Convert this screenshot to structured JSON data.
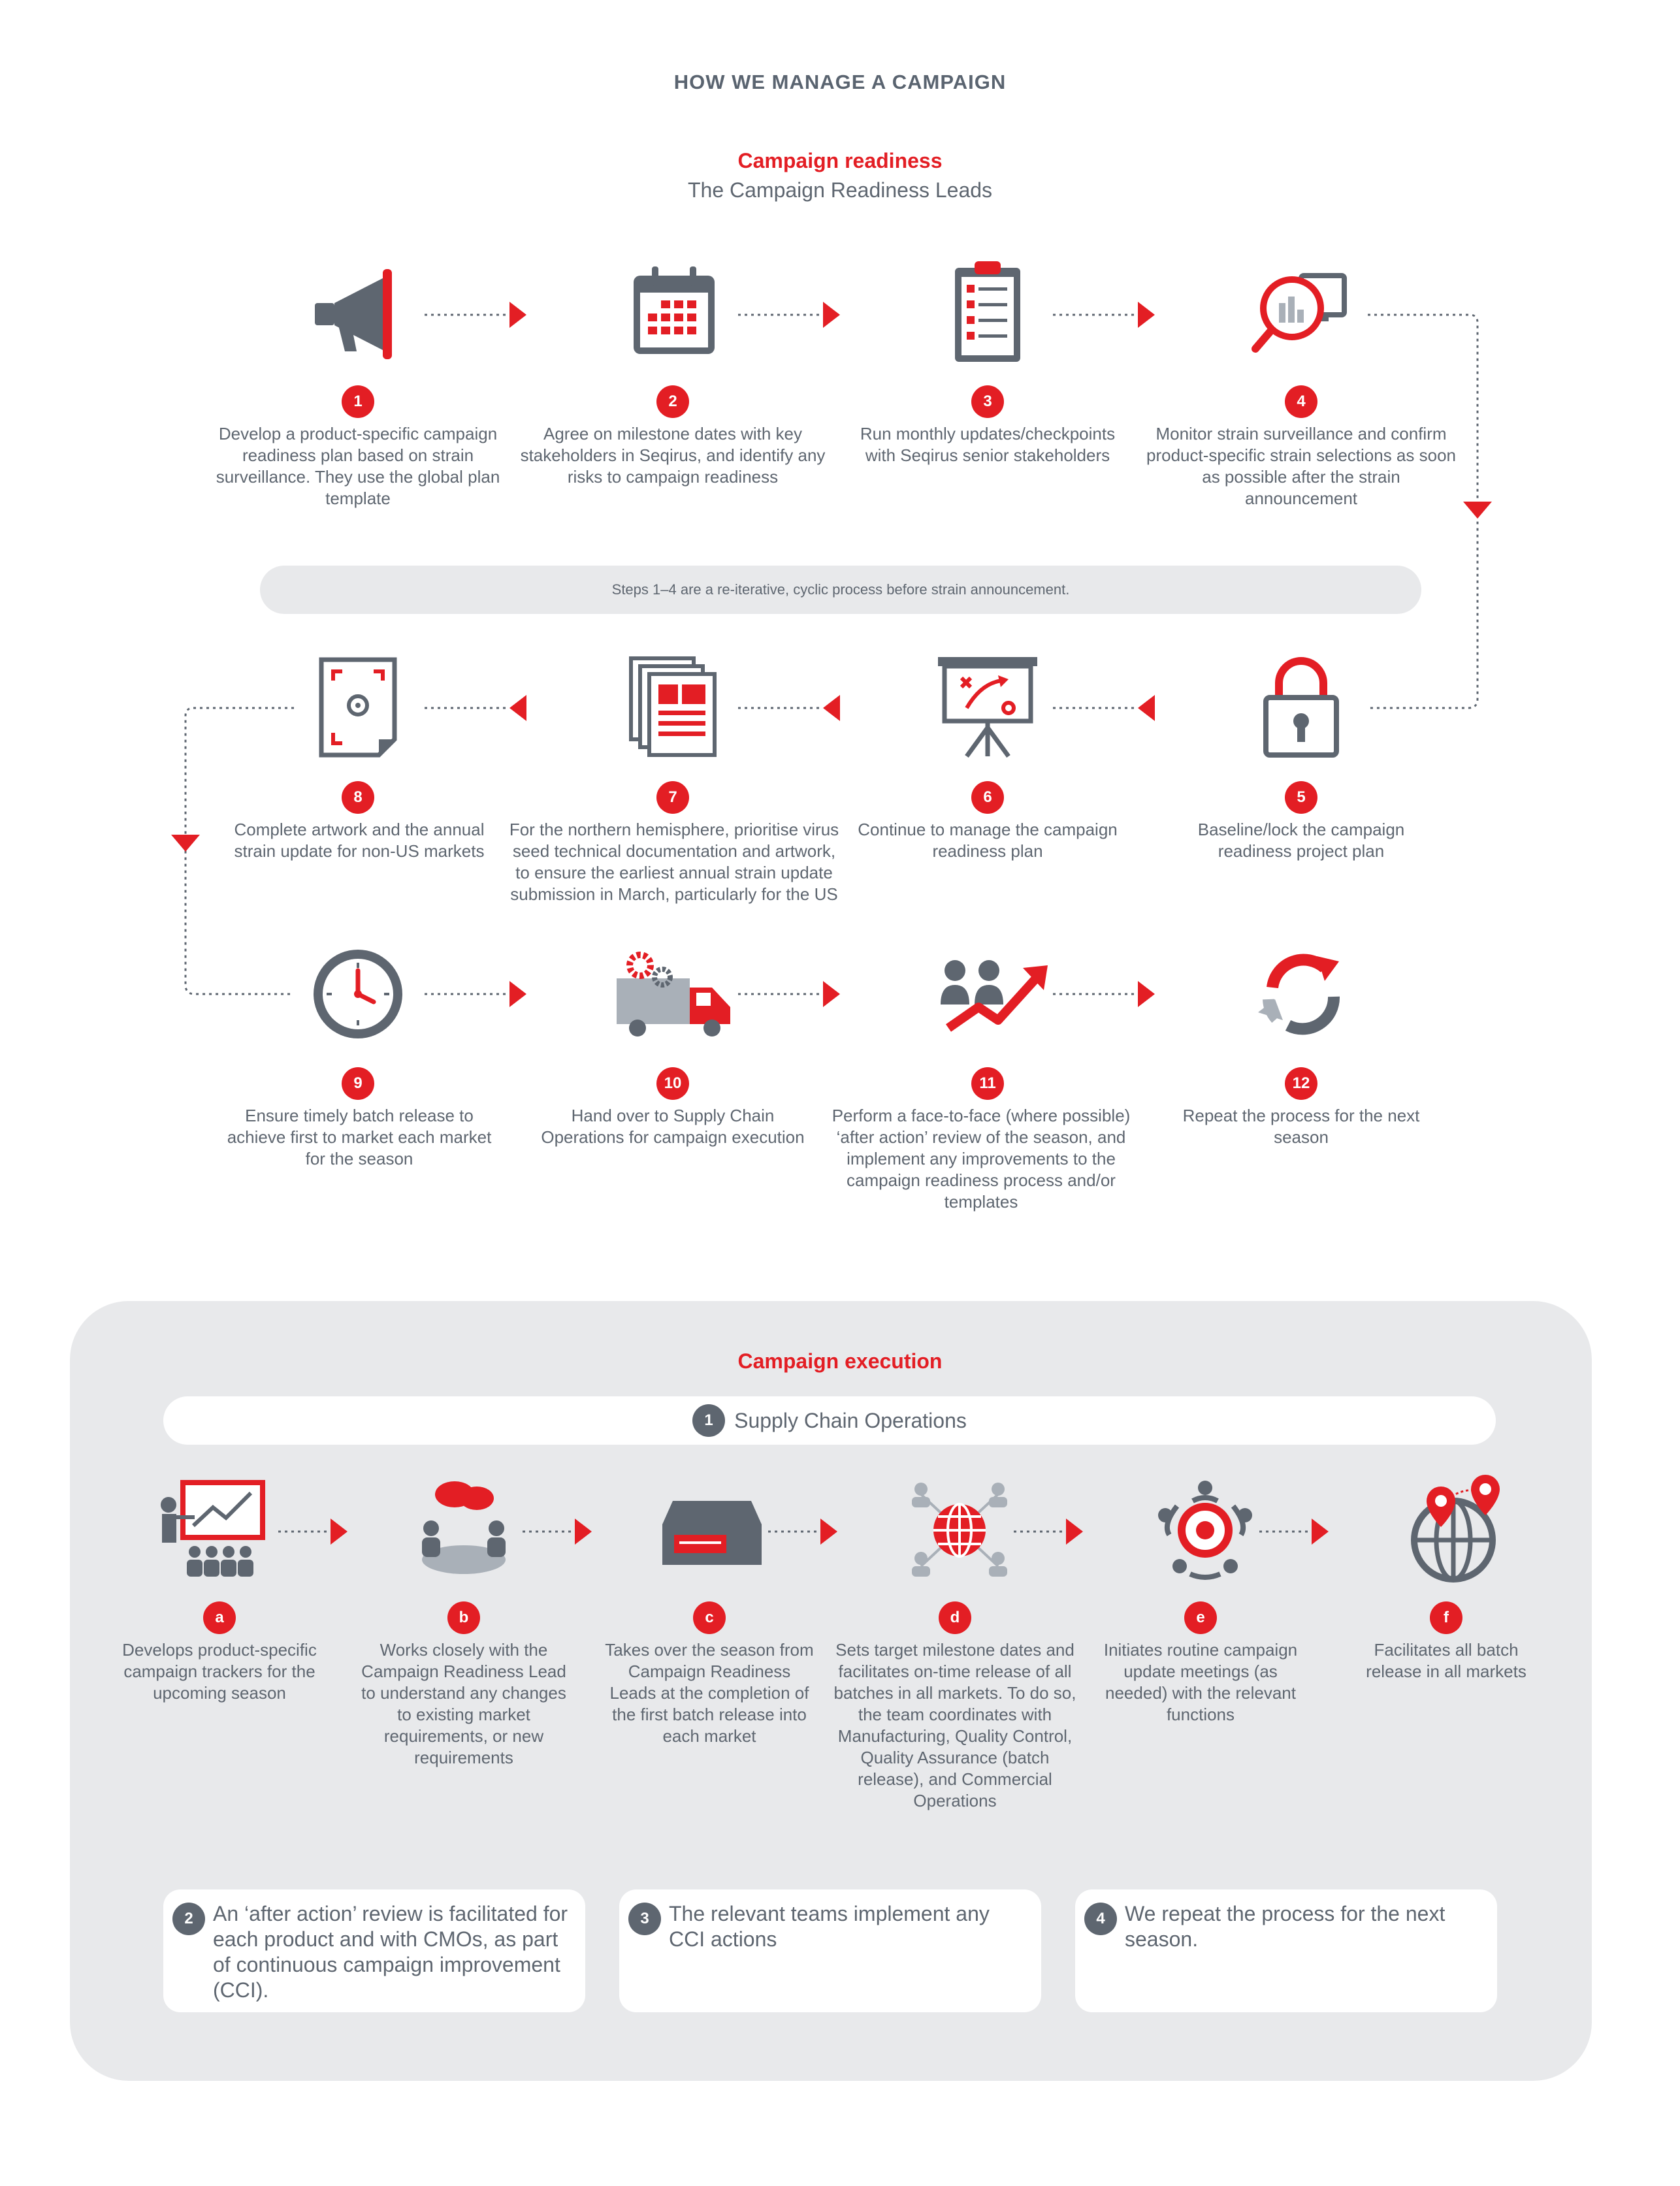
{
  "title": "HOW WE MANAGE A CAMPAIGN",
  "readiness": {
    "heading": "Campaign readiness",
    "subheading": "The Campaign Readiness Leads",
    "note": "Steps 1–4 are a re-iterative, cyclic process before strain announcement.",
    "steps": [
      {
        "num": "1",
        "icon": "megaphone-icon",
        "text": "Develop a product-specific campaign readiness plan based on strain surveillance. They use the global plan template"
      },
      {
        "num": "2",
        "icon": "calendar-icon",
        "text": "Agree on milestone dates with key stakeholders in Seqirus, and identify any risks to campaign readiness"
      },
      {
        "num": "3",
        "icon": "clipboard-checklist-icon",
        "text": "Run monthly updates/checkpoints with Seqirus senior stakeholders"
      },
      {
        "num": "4",
        "icon": "magnifier-chart-icon",
        "text": "Monitor strain surveillance and confirm product-specific strain selections as soon as possible after the strain announcement"
      },
      {
        "num": "5",
        "icon": "padlock-icon",
        "text": "Baseline/lock the campaign readiness project plan"
      },
      {
        "num": "6",
        "icon": "strategy-board-icon",
        "text": "Continue to manage the campaign readiness plan"
      },
      {
        "num": "7",
        "icon": "documents-stack-icon",
        "text": "For the northern hemisphere, prioritise virus seed technical documentation and artwork, to ensure the earliest annual strain update submission in March, particularly for the US"
      },
      {
        "num": "8",
        "icon": "artwork-document-icon",
        "text": "Complete artwork and the annual strain update for non-US markets"
      },
      {
        "num": "9",
        "icon": "clock-icon",
        "text": "Ensure timely batch release to achieve first to market each market for the season"
      },
      {
        "num": "10",
        "icon": "delivery-truck-icon",
        "text": "Hand over to Supply Chain Operations for campaign execution"
      },
      {
        "num": "11",
        "icon": "team-growth-icon",
        "text": "Perform a face-to-face (where possible) ‘after action’ review of the season, and implement any improvements to the campaign readiness process and/or templates"
      },
      {
        "num": "12",
        "icon": "cycle-arrows-icon",
        "text": "Repeat the process for the next season"
      }
    ]
  },
  "execution": {
    "heading": "Campaign execution",
    "pill_num": "1",
    "pill_text": "Supply Chain Operations",
    "steps": [
      {
        "letter": "a",
        "icon": "presentation-audience-icon",
        "text": "Develops product-specific campaign trackers for the upcoming season"
      },
      {
        "letter": "b",
        "icon": "meeting-chat-icon",
        "text": "Works closely with the Campaign Readiness Lead to understand any changes to existing market requirements, or new requirements"
      },
      {
        "letter": "c",
        "icon": "server-box-icon",
        "text": "Takes over the season from Campaign Readiness Leads at the completion of the first batch release into each market"
      },
      {
        "letter": "d",
        "icon": "global-network-icon",
        "text": "Sets target milestone dates and facilitates on-time release of all batches in all markets. To do so, the team coordinates with Manufacturing, Quality Control, Quality Assurance (batch release), and Commercial Operations"
      },
      {
        "letter": "e",
        "icon": "round-table-icon",
        "text": "Initiates routine campaign update meetings (as needed) with the relevant functions"
      },
      {
        "letter": "f",
        "icon": "globe-pins-icon",
        "text": "Facilitates all batch release in all markets"
      }
    ],
    "cards": [
      {
        "num": "2",
        "text": "An ‘after action’ review is facilitated for each product and with CMOs, as part of continuous campaign improvement (CCI)."
      },
      {
        "num": "3",
        "text": "The relevant teams implement any CCI actions"
      },
      {
        "num": "4",
        "text": "We repeat the process for the next season."
      }
    ]
  },
  "colors": {
    "accent": "#e31e24",
    "gray": "#5e6670",
    "panel": "#e8e9eb"
  }
}
